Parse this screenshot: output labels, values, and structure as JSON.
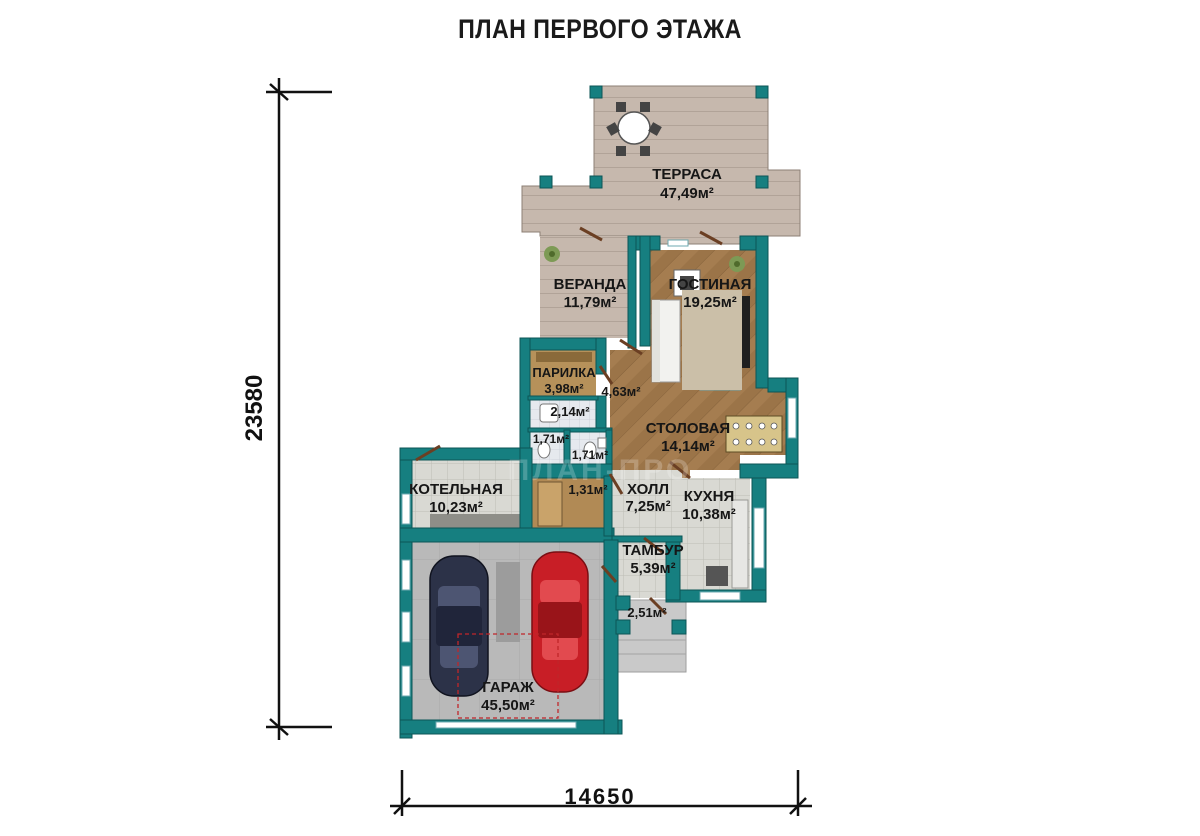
{
  "title": "ПЛАН ПЕРВОГО ЭТАЖА",
  "dimensions": {
    "height": "23580",
    "width": "14650"
  },
  "watermark": "ПЛАН-ПРО",
  "colors": {
    "wall": "#167f80",
    "wall_edge": "#0c5556",
    "deck": "#c6b8ad",
    "wood_floor": "#9b7448",
    "tile_floor": "#d6d6d1",
    "garage_floor": "#b8b8b8",
    "car_blue": "#2c3248",
    "car_red": "#c81e26"
  },
  "rooms": {
    "terrace": {
      "name": "ТЕРРАСА",
      "area": "47,49м²"
    },
    "veranda": {
      "name": "ВЕРАНДА",
      "area": "11,79м²"
    },
    "living": {
      "name": "ГОСТИНАЯ",
      "area": "19,25м²"
    },
    "sauna": {
      "name": "ПАРИЛКА",
      "area": "3,98м²"
    },
    "wash": {
      "area": "4,63м²"
    },
    "shower": {
      "area": "2,14м²"
    },
    "wc1": {
      "area": "1,71м²"
    },
    "wc2": {
      "area": "1,71м²"
    },
    "dining": {
      "name": "СТОЛОВАЯ",
      "area": "14,14м²"
    },
    "boiler": {
      "name": "КОТЕЛЬНАЯ",
      "area": "10,23м²"
    },
    "storage": {
      "area": "1,31м²"
    },
    "hall": {
      "name": "ХОЛЛ",
      "area": "7,25м²"
    },
    "kitchen": {
      "name": "КУХНЯ",
      "area": "10,38м²"
    },
    "vestibule": {
      "name": "ТАМБУР",
      "area": "5,39м²"
    },
    "porch": {
      "area": "2,51м²"
    },
    "garage": {
      "name": "ГАРАЖ",
      "area": "45,50м²"
    }
  }
}
